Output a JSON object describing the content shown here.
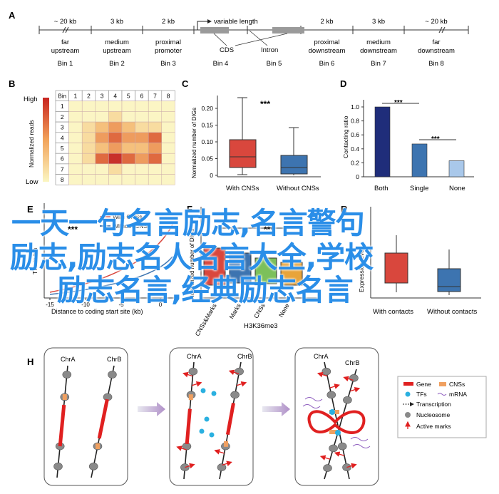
{
  "panelA": {
    "letter": "A",
    "bins": [
      {
        "dist": "~ 20 kb",
        "top": "far",
        "bottom": "upstream",
        "bin": "Bin 1"
      },
      {
        "dist": "3 kb",
        "top": "medium",
        "bottom": "upstream",
        "bin": "Bin 2"
      },
      {
        "dist": "2 kb",
        "top": "proximal",
        "bottom": "promoter",
        "bin": "Bin 3"
      },
      {
        "bin": "Bin 4"
      },
      {
        "bin": "Bin 5"
      },
      {
        "dist": "2 kb",
        "top": "proximal",
        "bottom": "downstream",
        "bin": "Bin 6"
      },
      {
        "dist": "3 kb",
        "top": "medium",
        "bottom": "downstream",
        "bin": "Bin 7"
      },
      {
        "dist": "~ 20 kb",
        "top": "far",
        "bottom": "downstream",
        "bin": "Bin 8"
      }
    ],
    "variable_length": "variable length",
    "cds": "CDS",
    "intron": "Intron"
  },
  "panelB": {
    "letter": "B",
    "high": "High",
    "low": "Low",
    "colorbar_label": "Normalized reads",
    "corner": "Bin",
    "cols": [
      "1",
      "2",
      "3",
      "4",
      "5",
      "6",
      "7",
      "8"
    ],
    "rows": [
      "1",
      "2",
      "3",
      "4",
      "5",
      "6",
      "7",
      "8"
    ],
    "matrix": [
      [
        1,
        1,
        1,
        1,
        1,
        1,
        1,
        1
      ],
      [
        1,
        1,
        1,
        2,
        1,
        1,
        1,
        1
      ],
      [
        1,
        2,
        3,
        4,
        3,
        2,
        2,
        1
      ],
      [
        1,
        2,
        4,
        5,
        4,
        4,
        5,
        1
      ],
      [
        1,
        2,
        3,
        4,
        3,
        3,
        4,
        1
      ],
      [
        1,
        2,
        5,
        6,
        5,
        4,
        5,
        1
      ],
      [
        1,
        1,
        1,
        2,
        1,
        1,
        1,
        1
      ],
      [
        1,
        1,
        1,
        1,
        1,
        1,
        1,
        1
      ]
    ]
  },
  "panelC": {
    "letter": "C",
    "ylabel": "Normalized number of DIGs",
    "ticks": [
      "0",
      "0.05",
      "0.10",
      "0.15",
      "0.20"
    ],
    "categories": [
      "With CNSs",
      "Without CNSs"
    ],
    "sig": "***"
  },
  "panelD": {
    "letter": "D",
    "ylabel": "Contacting ratio",
    "ticks": [
      "0",
      "0.2",
      "0.4",
      "0.6",
      "0.8",
      "1.0"
    ],
    "categories": [
      "Both",
      "Single",
      "None"
    ],
    "values": [
      1.0,
      0.47,
      0.23
    ],
    "colors": [
      "#1f2d7a",
      "#3d74b0",
      "#a9c8ea"
    ],
    "sig": [
      "***",
      "***"
    ]
  },
  "panelE": {
    "letter": "E",
    "legend": [
      "With CNSs",
      "Without CNSs"
    ],
    "sig": "***",
    "ylabel": "TFs in bin",
    "xlabel": "Distance to coding start site (kb)",
    "xticks": [
      "-15",
      "-10",
      "-5",
      "0"
    ]
  },
  "panelF": {
    "letter": "F",
    "ylabel": "Normalized number of DIGs",
    "sig": "***",
    "categories": [
      "CNSs&Marks",
      "Marks",
      "CNSs",
      "None"
    ],
    "xlabel": "H3K36me3"
  },
  "panelG": {
    "letter": "R",
    "ylabel": "Expression level",
    "categories": [
      "With contacts",
      "Without contacts"
    ]
  },
  "panelH": {
    "letter": "H",
    "chrA": "ChrA",
    "chrB": "ChrB",
    "legend": {
      "gene": "Gene",
      "cns": "CNSs",
      "tfs": "TFs",
      "mrna": "mRNA",
      "transcription": "Transcription",
      "nucleosome": "Nucleosome",
      "marks": "Active marks"
    }
  },
  "overlay": {
    "line1": "一天一句名言励志,名言警句",
    "line2": "励志,励志名人名言大全,学校",
    "line3": "励志名言,经典励志名言"
  }
}
